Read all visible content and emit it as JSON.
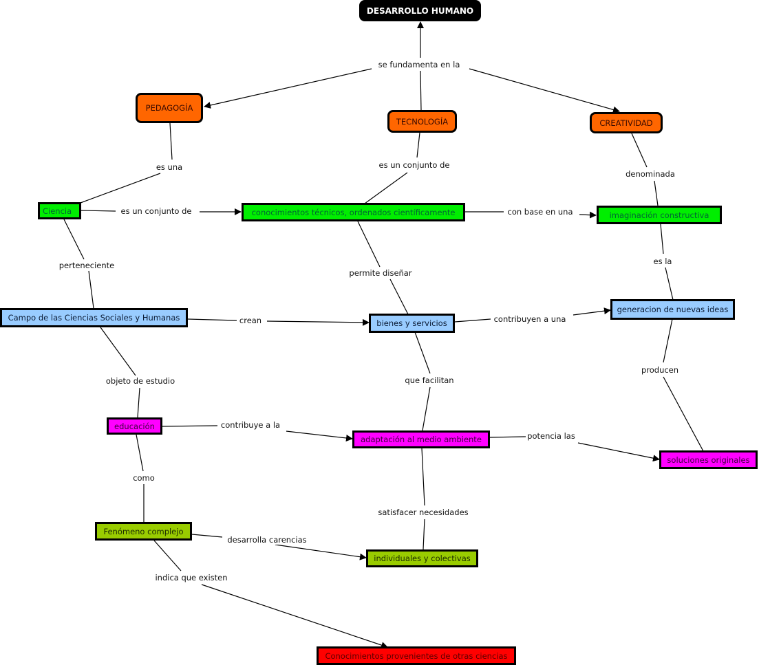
{
  "colors": {
    "orange": "#ff6600",
    "green": "#00ee00",
    "blue": "#99ccff",
    "magenta": "#ff00ff",
    "olive": "#99cc00",
    "red": "#ff0000",
    "black": "#000000"
  },
  "nodes": {
    "desarrollo": "DESARROLLO HUMANO",
    "pedagogia": "PEDAGOGÍA",
    "tecnologia": "TECNOLOGÍA",
    "creatividad": "CREATIVIDAD",
    "ciencia": "Ciencia",
    "conocimientos": "conocimientos técnicos, ordenados científicamente",
    "imaginacion": "imaginación constructiva",
    "campo": "Campo de las Ciencias Sociales y Humanas",
    "bienes": "bienes y servicios",
    "generacion": "generacion de nuevas ideas",
    "educacion": "educación",
    "adaptacion": "adaptación al medio ambiente",
    "soluciones": "soluciones originales",
    "fenomeno": "Fenómeno complejo",
    "individuales": "individuales y colectivas",
    "otras": "Conocimientos provenientes de otras ciencias"
  },
  "links": {
    "se_fundamenta": "se fundamenta en la",
    "es_una": "es una",
    "es_conjunto_tec": "es un conjunto de",
    "denominada": "denominada",
    "es_conjunto_cien": "es un conjunto de",
    "con_base": "con base en una",
    "perteneciente": "perteneciente",
    "permite": "permite diseñar",
    "es_la": "es la",
    "crean": "crean",
    "contribuyen": "contribuyen a una",
    "objeto": "objeto de estudio",
    "que_facilitan": "que facilitan",
    "producen": "producen",
    "contribuye": "contribuye a la",
    "potencia": "potencia las",
    "como": "como",
    "satisfacer": "satisfacer necesidades",
    "desarrolla": "desarrolla carencias",
    "indica": "indica que existen"
  }
}
